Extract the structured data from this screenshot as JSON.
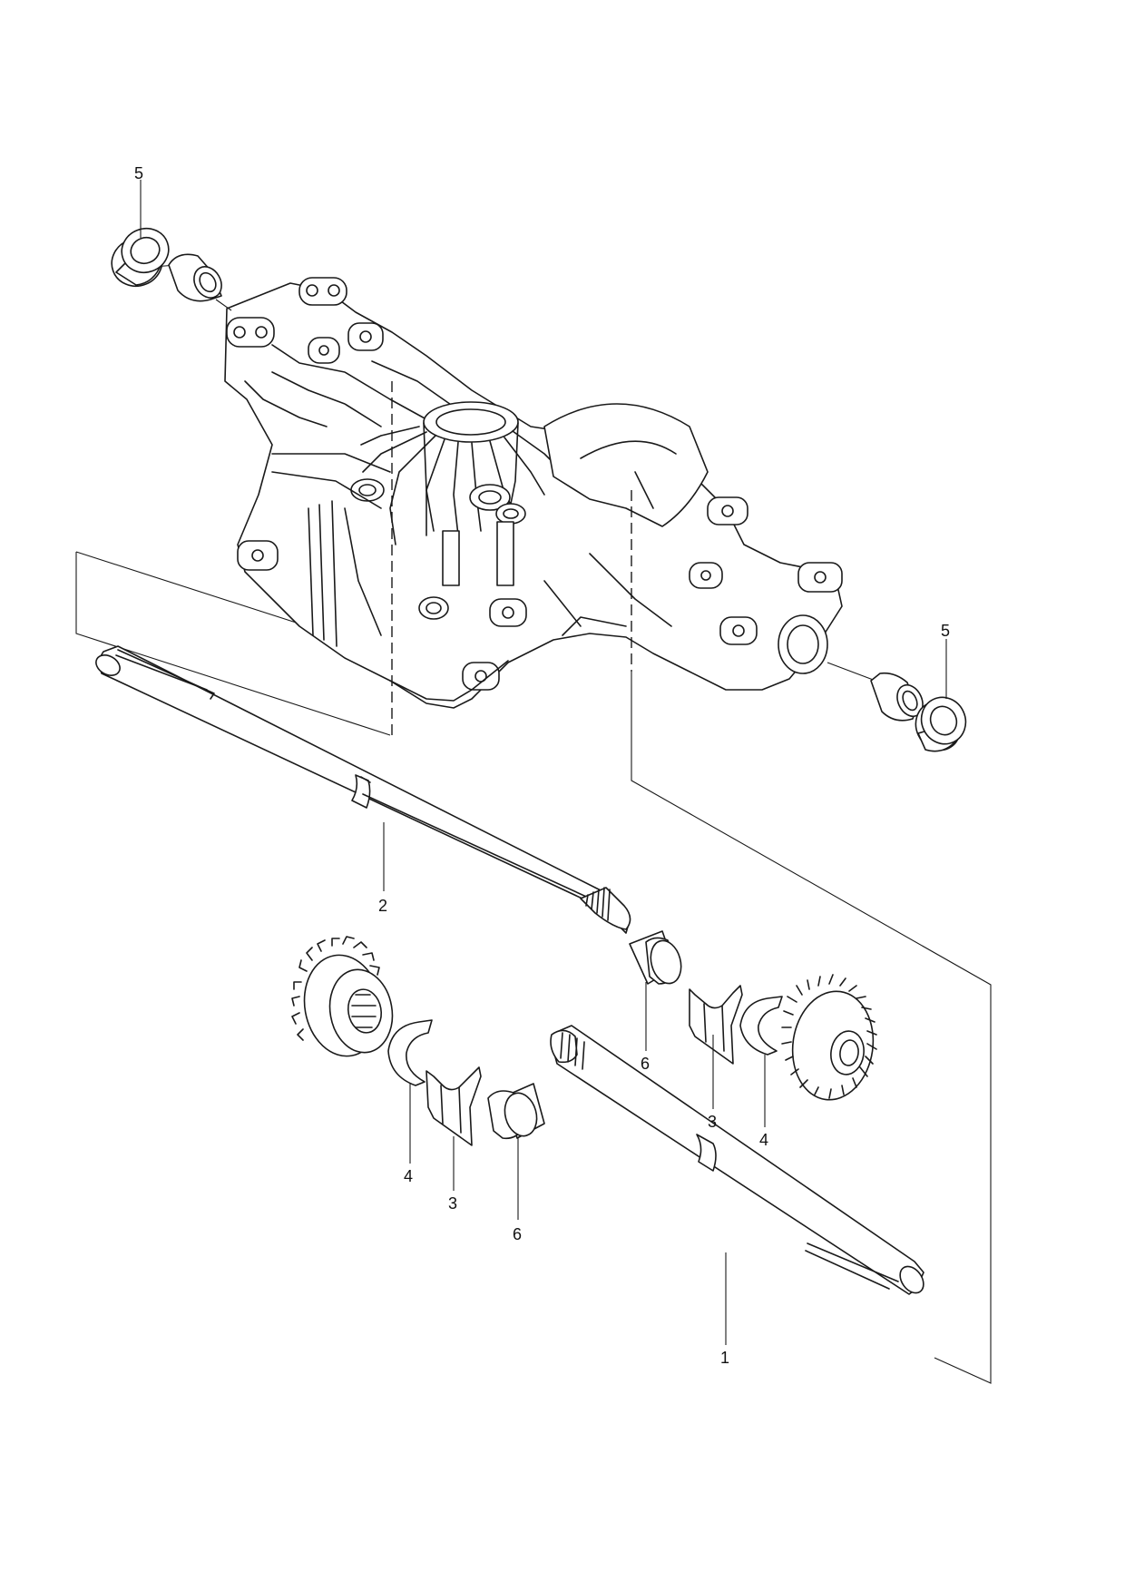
{
  "callouts": [
    {
      "id": "c5a",
      "label": "5"
    },
    {
      "id": "c5b",
      "label": "5"
    },
    {
      "id": "c2",
      "label": "2"
    },
    {
      "id": "c6a",
      "label": "6"
    },
    {
      "id": "c3a",
      "label": "3"
    },
    {
      "id": "c4a",
      "label": "4"
    },
    {
      "id": "c4b",
      "label": "4"
    },
    {
      "id": "c3b",
      "label": "3"
    },
    {
      "id": "c6b",
      "label": "6"
    },
    {
      "id": "c1",
      "label": "1"
    }
  ]
}
